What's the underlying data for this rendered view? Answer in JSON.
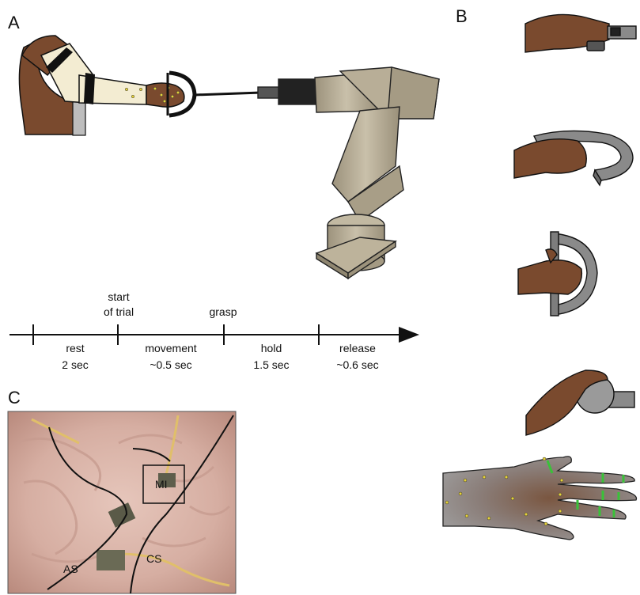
{
  "panels": {
    "a": "A",
    "b": "B",
    "c": "C"
  },
  "timeline": {
    "events": [
      "start",
      "of trial",
      "grasp"
    ],
    "phases": [
      {
        "name": "rest",
        "duration": "2 sec"
      },
      {
        "name": "movement",
        "duration": "~0.5 sec"
      },
      {
        "name": "hold",
        "duration": "1.5 sec"
      },
      {
        "name": "release",
        "duration": "~0.6 sec"
      }
    ]
  },
  "brain_labels": {
    "mi": "MI",
    "as": "AS",
    "cs": "CS"
  },
  "colors": {
    "skin": "#7a4a2e",
    "sleeve": "#f3ecd2",
    "robot": "#b4aa94",
    "object": "#8a8a8a",
    "glove": "#8c8886",
    "brain_bg": "#d9b4a8",
    "accent_green": "#39c239"
  }
}
